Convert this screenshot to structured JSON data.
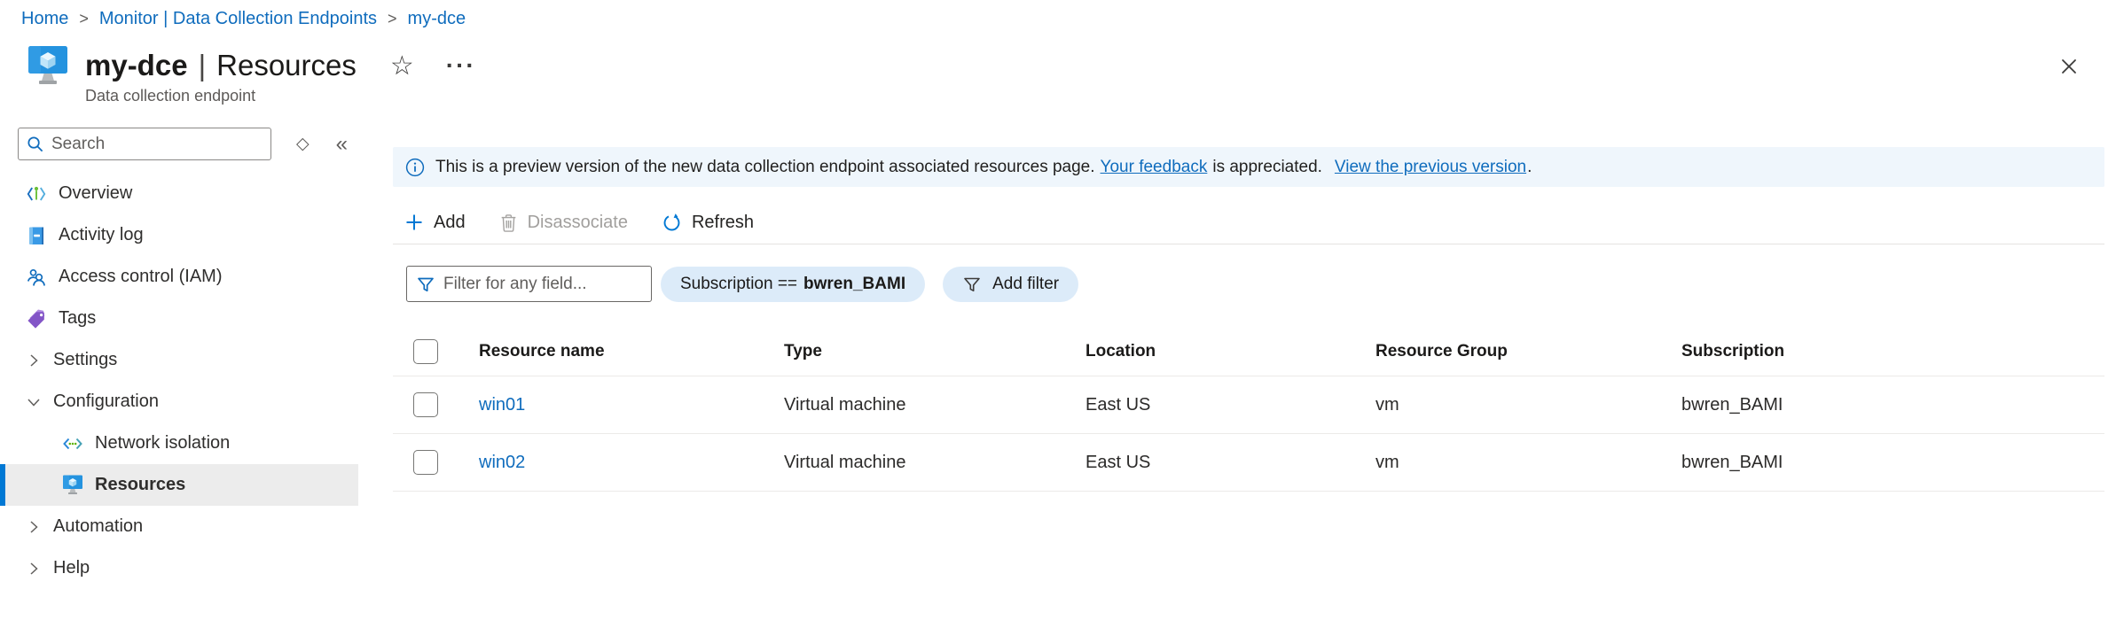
{
  "colors": {
    "accent_blue": "#0f6cbd",
    "toolbar_blue": "#0078d4",
    "banner_bg": "#eff6fc",
    "pill_bg": "#dcebf9",
    "selected_item_bg": "#ececec"
  },
  "breadcrumb": {
    "separator": ">",
    "items": [
      {
        "label": "Home"
      },
      {
        "label": "Monitor | Data Collection Endpoints"
      },
      {
        "label": "my-dce"
      }
    ]
  },
  "header": {
    "title": "my-dce",
    "divider": "|",
    "section": "Resources",
    "subtitle": "Data collection endpoint"
  },
  "icons": {
    "star": "☆",
    "more": "···",
    "sync_diamond": "◇",
    "collapse": "«"
  },
  "sidebar": {
    "search_placeholder": "Search",
    "items": [
      {
        "label": "Overview"
      },
      {
        "label": "Activity log"
      },
      {
        "label": "Access control (IAM)"
      },
      {
        "label": "Tags"
      },
      {
        "label": "Settings"
      },
      {
        "label": "Configuration"
      },
      {
        "label": "Network isolation"
      },
      {
        "label": "Resources"
      },
      {
        "label": "Automation"
      },
      {
        "label": "Help"
      }
    ]
  },
  "banner": {
    "message": "This is a preview version of the new data collection endpoint associated resources page.",
    "feedback_link": "Your feedback",
    "feedback_suffix": "is appreciated.",
    "previous_link": "View the previous version",
    "period": "."
  },
  "toolbar": {
    "add": "Add",
    "disassociate": "Disassociate",
    "refresh": "Refresh"
  },
  "filter": {
    "input_placeholder": "Filter for any field...",
    "applied_field": "Subscription ==",
    "applied_value": "bwren_BAMI",
    "add_filter": "Add filter"
  },
  "table": {
    "columns": [
      "Resource name",
      "Type",
      "Location",
      "Resource Group",
      "Subscription"
    ],
    "rows": [
      {
        "name": "win01",
        "type": "Virtual machine",
        "location": "East US",
        "resource_group": "vm",
        "subscription": "bwren_BAMI"
      },
      {
        "name": "win02",
        "type": "Virtual machine",
        "location": "East US",
        "resource_group": "vm",
        "subscription": "bwren_BAMI"
      }
    ]
  }
}
